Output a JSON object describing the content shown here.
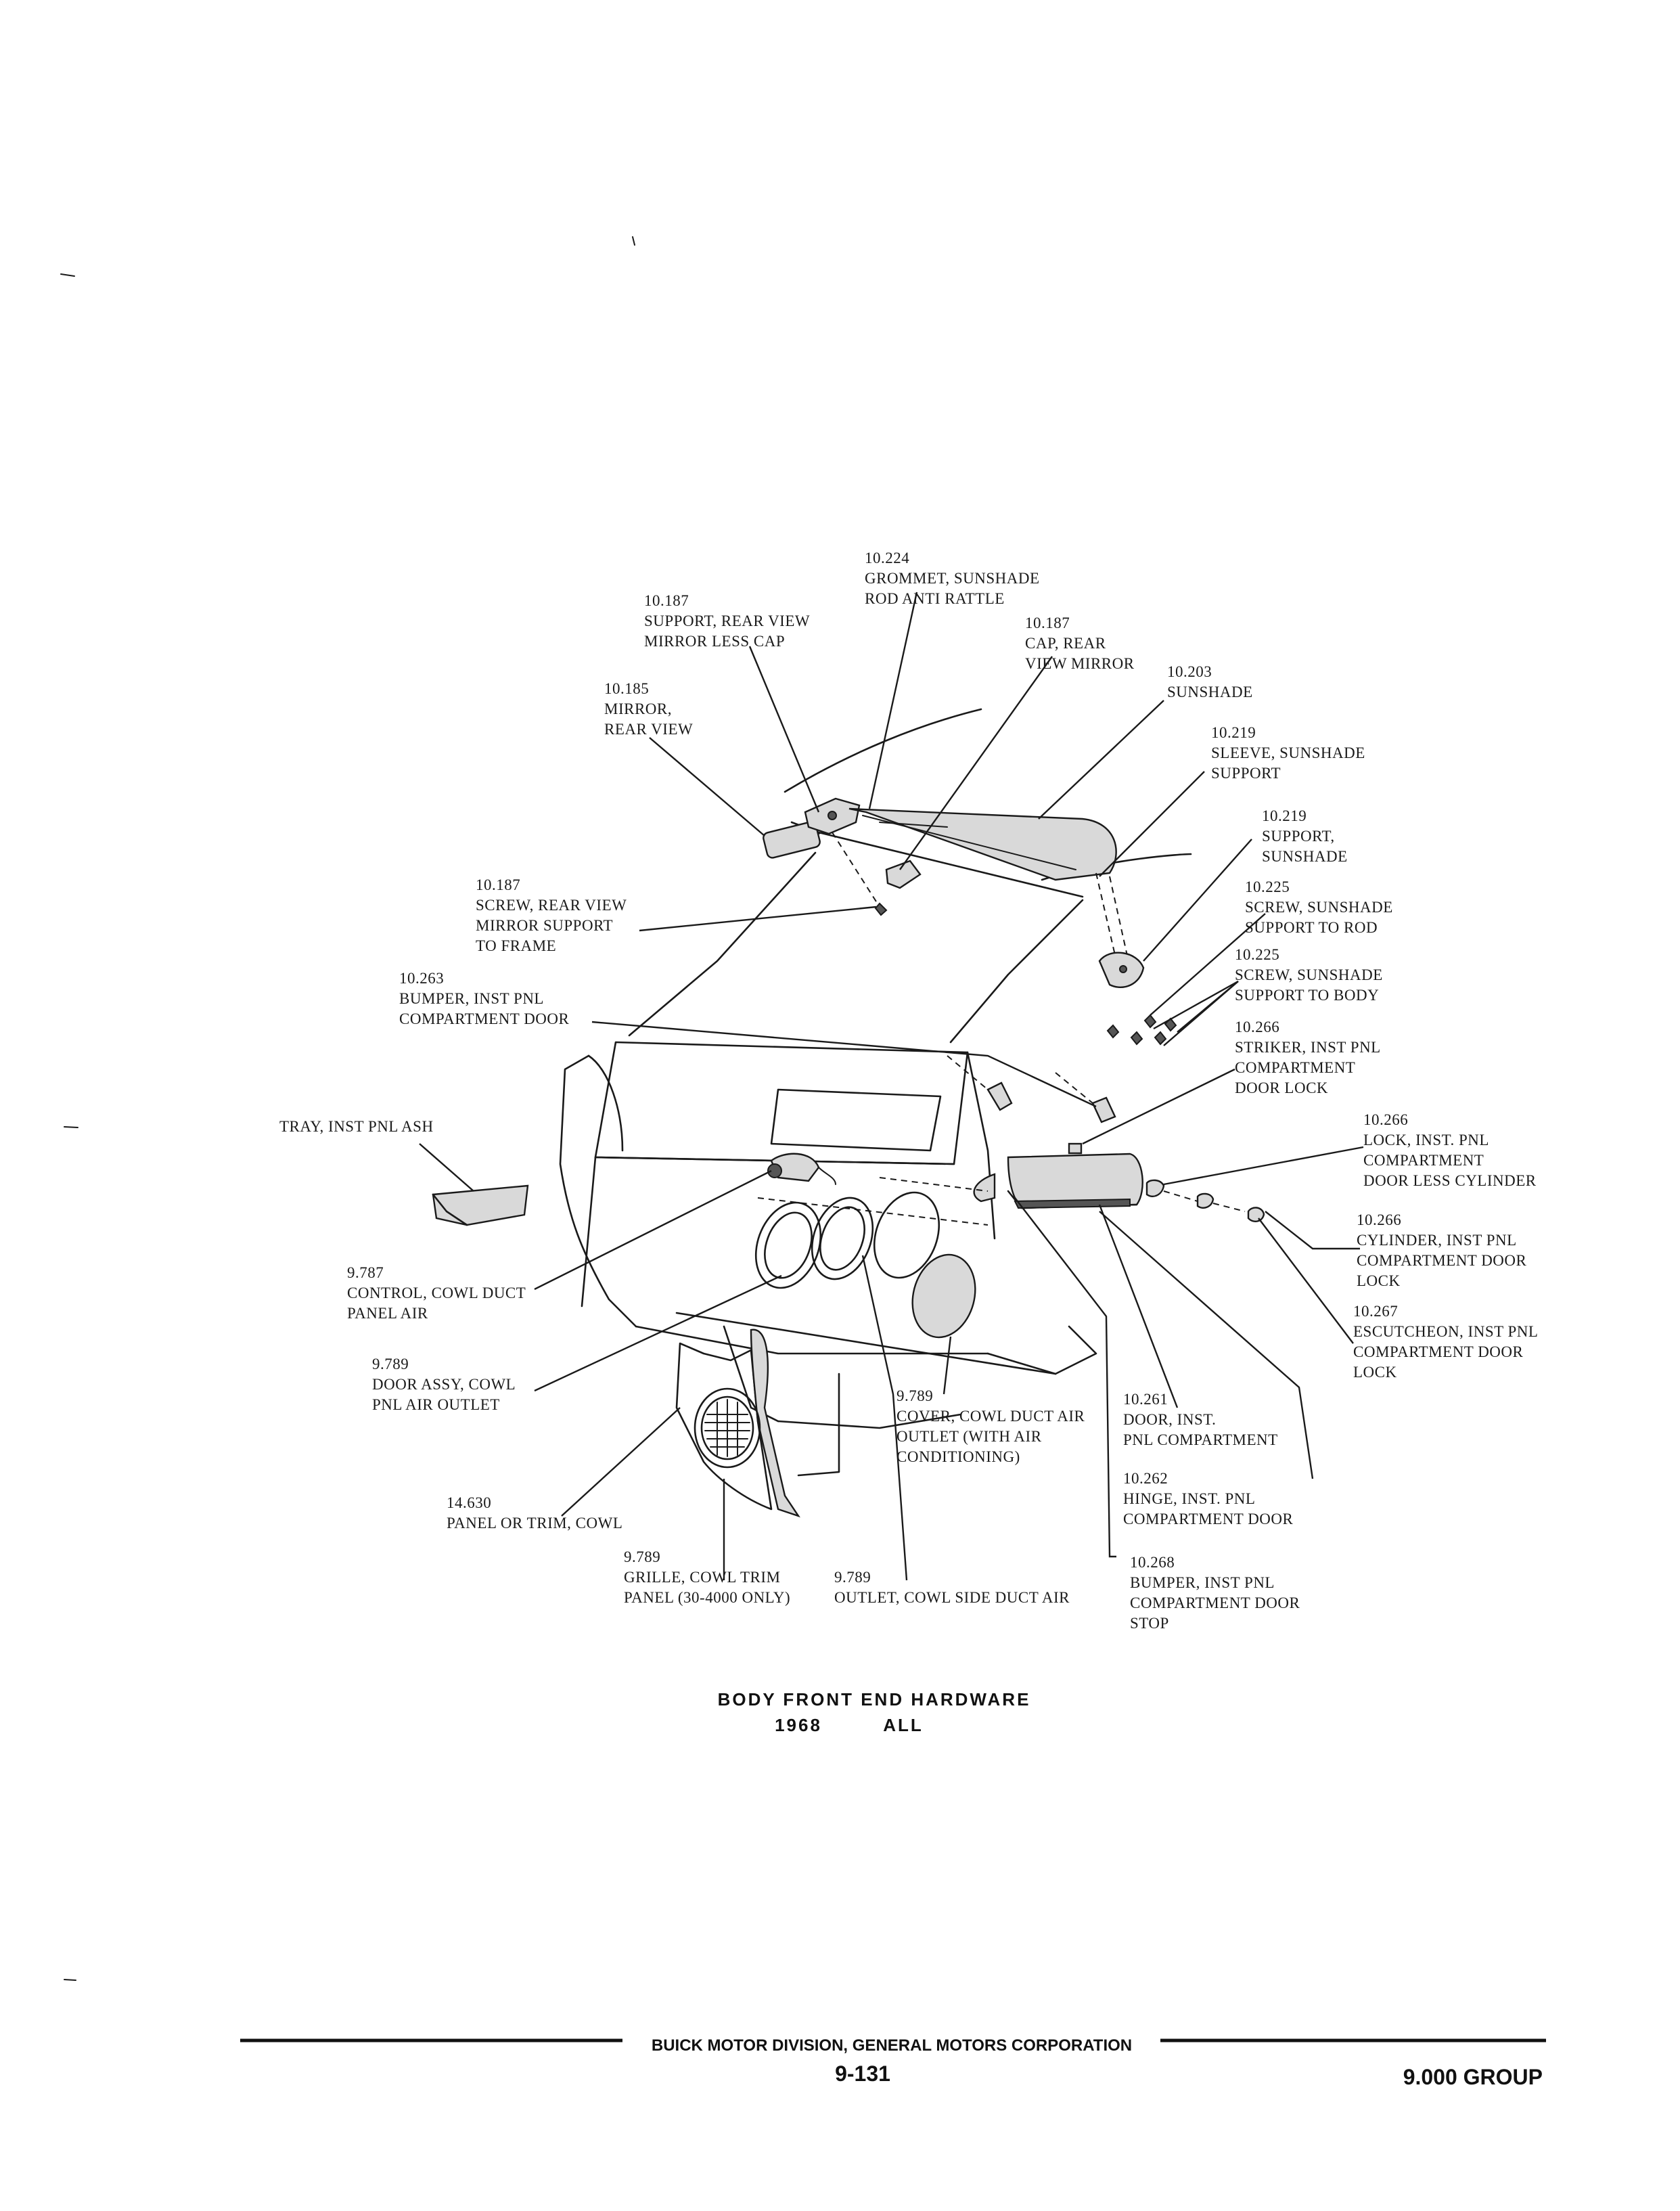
{
  "labels": {
    "grommet": [
      "10.224",
      "GROMMET, SUNSHADE",
      "ROD ANTI RATTLE"
    ],
    "support_mirror": [
      "10.187",
      "SUPPORT, REAR VIEW",
      "MIRROR LESS CAP"
    ],
    "cap_mirror": [
      "10.187",
      "CAP, REAR",
      "VIEW MIRROR"
    ],
    "sunshade": [
      "10.203",
      "SUNSHADE"
    ],
    "mirror": [
      "10.185",
      "MIRROR,",
      "REAR VIEW"
    ],
    "sleeve": [
      "10.219",
      "SLEEVE, SUNSHADE",
      "SUPPORT"
    ],
    "support_sunshade": [
      "10.219",
      "SUPPORT,",
      "SUNSHADE"
    ],
    "screw_mirror": [
      "10.187",
      "SCREW, REAR VIEW",
      "MIRROR SUPPORT",
      "TO FRAME"
    ],
    "screw_rod": [
      "10.225",
      "SCREW, SUNSHADE",
      "SUPPORT TO ROD"
    ],
    "screw_body": [
      "10.225",
      "SCREW, SUNSHADE",
      "SUPPORT TO BODY"
    ],
    "bumper_door": [
      "10.263",
      "BUMPER, INST PNL",
      "COMPARTMENT DOOR"
    ],
    "striker": [
      "10.266",
      "STRIKER, INST PNL",
      "COMPARTMENT",
      "DOOR LOCK"
    ],
    "tray": [
      "TRAY, INST PNL ASH"
    ],
    "lock": [
      "10.266",
      "LOCK, INST. PNL",
      "COMPARTMENT",
      "DOOR LESS CYLINDER"
    ],
    "cylinder": [
      "10.266",
      "CYLINDER, INST PNL",
      "COMPARTMENT DOOR",
      "LOCK"
    ],
    "control": [
      "9.787",
      "CONTROL, COWL DUCT",
      "PANEL AIR"
    ],
    "escutcheon": [
      "10.267",
      "ESCUTCHEON, INST PNL",
      "COMPARTMENT DOOR",
      "LOCK"
    ],
    "door_assy": [
      "9.789",
      "DOOR ASSY, COWL",
      "PNL AIR OUTLET"
    ],
    "cover": [
      "9.789",
      "COVER, COWL DUCT AIR",
      "OUTLET (WITH AIR",
      "CONDITIONING)"
    ],
    "door_inst": [
      "10.261",
      "DOOR, INST.",
      "PNL COMPARTMENT"
    ],
    "panel": [
      "14.630",
      "PANEL OR TRIM, COWL"
    ],
    "hinge": [
      "10.262",
      "HINGE, INST. PNL",
      "COMPARTMENT DOOR"
    ],
    "grille": [
      "9.789",
      "GRILLE, COWL TRIM",
      "PANEL (30-4000 ONLY)"
    ],
    "outlet": [
      "9.789",
      "OUTLET, COWL SIDE DUCT AIR"
    ],
    "bumper_stop": [
      "10.268",
      "BUMPER, INST PNL",
      "COMPARTMENT DOOR",
      "STOP"
    ]
  },
  "caption": {
    "title": "BODY FRONT END HARDWARE",
    "year": "1968",
    "models": "ALL"
  },
  "footer": {
    "corporation": "BUICK MOTOR DIVISION, GENERAL MOTORS CORPORATION",
    "page": "9-131",
    "group": "9.000 GROUP"
  }
}
